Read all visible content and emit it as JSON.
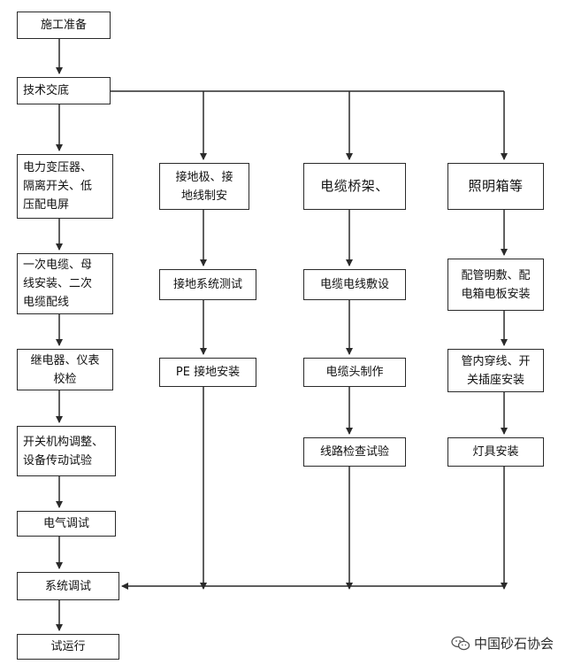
{
  "nodes": {
    "prep": "施工准备",
    "tech_brief": "技术交底",
    "power_eq": "电力变压器、\n隔离开关、低\n压配电屏",
    "cabling": "一次电缆、母\n线安装、二次\n电缆配线",
    "relay": "继电器、仪表\n校检",
    "switch_adj": "开关机构调整、\n设备传动试验",
    "elec_debug": "电气调试",
    "sys_debug": "系统调试",
    "trial_run": "试运行",
    "ground_make": "接地极、接\n地线制安",
    "ground_test": "接地系统测试",
    "pe_install": "PE 接地安装",
    "cable_tray": "电缆桥架、",
    "cable_lay": "电缆电线敷设",
    "cable_head": "电缆头制作",
    "line_check": "线路检查试验",
    "lighting_box": "照明箱等",
    "conduit": "配管明敷、配\n电箱电板安装",
    "threading": "管内穿线、开\n关插座安装",
    "lamp_install": "灯具安装"
  },
  "watermark": {
    "text": "中国砂石协会",
    "icon": "wechat-icon"
  },
  "colors": {
    "line": "#2a2a2a",
    "border": "#2a2a2a",
    "text": "#111111"
  }
}
